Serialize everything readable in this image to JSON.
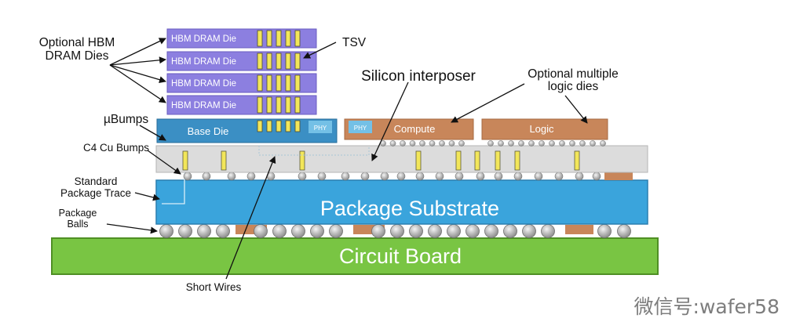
{
  "dies": {
    "hbm_label": "HBM DRAM Die",
    "base_die": "Base Die",
    "phy": "PHY",
    "compute": "Compute",
    "logic": "Logic"
  },
  "layers": {
    "package_substrate": "Package Substrate",
    "circuit_board": "Circuit Board"
  },
  "callouts": {
    "optional_hbm_line1": "Optional HBM",
    "optional_hbm_line2": "DRAM Dies",
    "tsv": "TSV",
    "silicon_interposer": "Silicon interposer",
    "optional_logic_line1": "Optional multiple",
    "optional_logic_line2": "logic dies",
    "ubumps": "µBumps",
    "c4_bumps": "C4 Cu Bumps",
    "std_trace_line1": "Standard",
    "std_trace_line2": "Package Trace",
    "pkg_balls_line1": "Package",
    "pkg_balls_line2": "Balls",
    "short_wires": "Short Wires"
  },
  "watermark": "微信号:wafer58",
  "colors": {
    "hbm": "#8c7fe0",
    "base_die": "#3b8fc4",
    "logic_die": "#c8865a",
    "interposer": "#dcdcdc",
    "substrate": "#3aa4dc",
    "board": "#79c543",
    "tsv": "#f2e65a"
  }
}
